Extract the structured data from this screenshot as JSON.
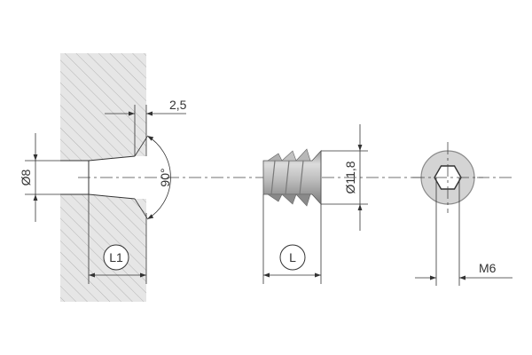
{
  "dimensions": {
    "step": "2,5",
    "hole_diameter": "Ø8",
    "angle": "90°",
    "insert_diameter": "Ø11,8",
    "thread": "M6",
    "hole_depth_label": "L1",
    "insert_length_label": "L"
  },
  "colors": {
    "panel_fill": "#e6e6e6",
    "hatch": "#b4b4b4",
    "metal_light": "#d4d4d4",
    "metal_dark": "#8e8e8e",
    "line": "#333333"
  }
}
